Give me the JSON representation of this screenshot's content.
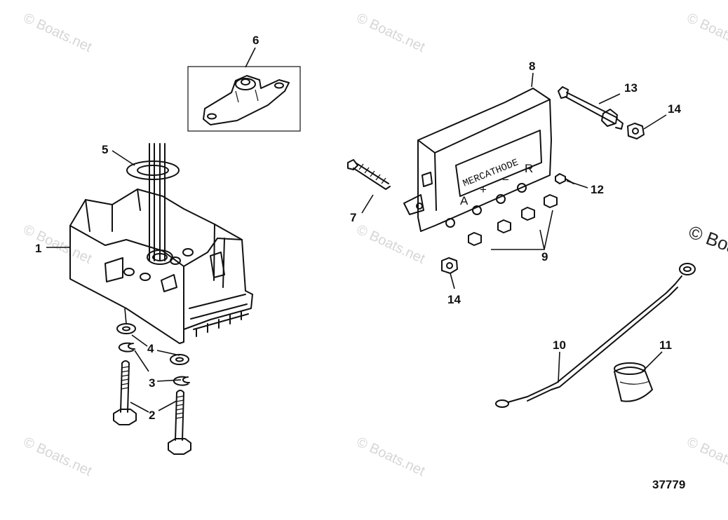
{
  "watermark": {
    "text": "© Boats.net",
    "edge_text": "© Boa"
  },
  "reference_number": "37779",
  "regulator_stamp": "MERCATHODE",
  "terminal_labels": [
    "A",
    "+",
    "−",
    "R"
  ],
  "callouts": {
    "c1": "1",
    "c2": "2",
    "c3": "3",
    "c4": "4",
    "c5": "5",
    "c6": "6",
    "c7": "7",
    "c8": "8",
    "c9": "9",
    "c10": "10",
    "c11": "11",
    "c12": "12",
    "c13": "13",
    "c14a": "14",
    "c14b": "14"
  }
}
